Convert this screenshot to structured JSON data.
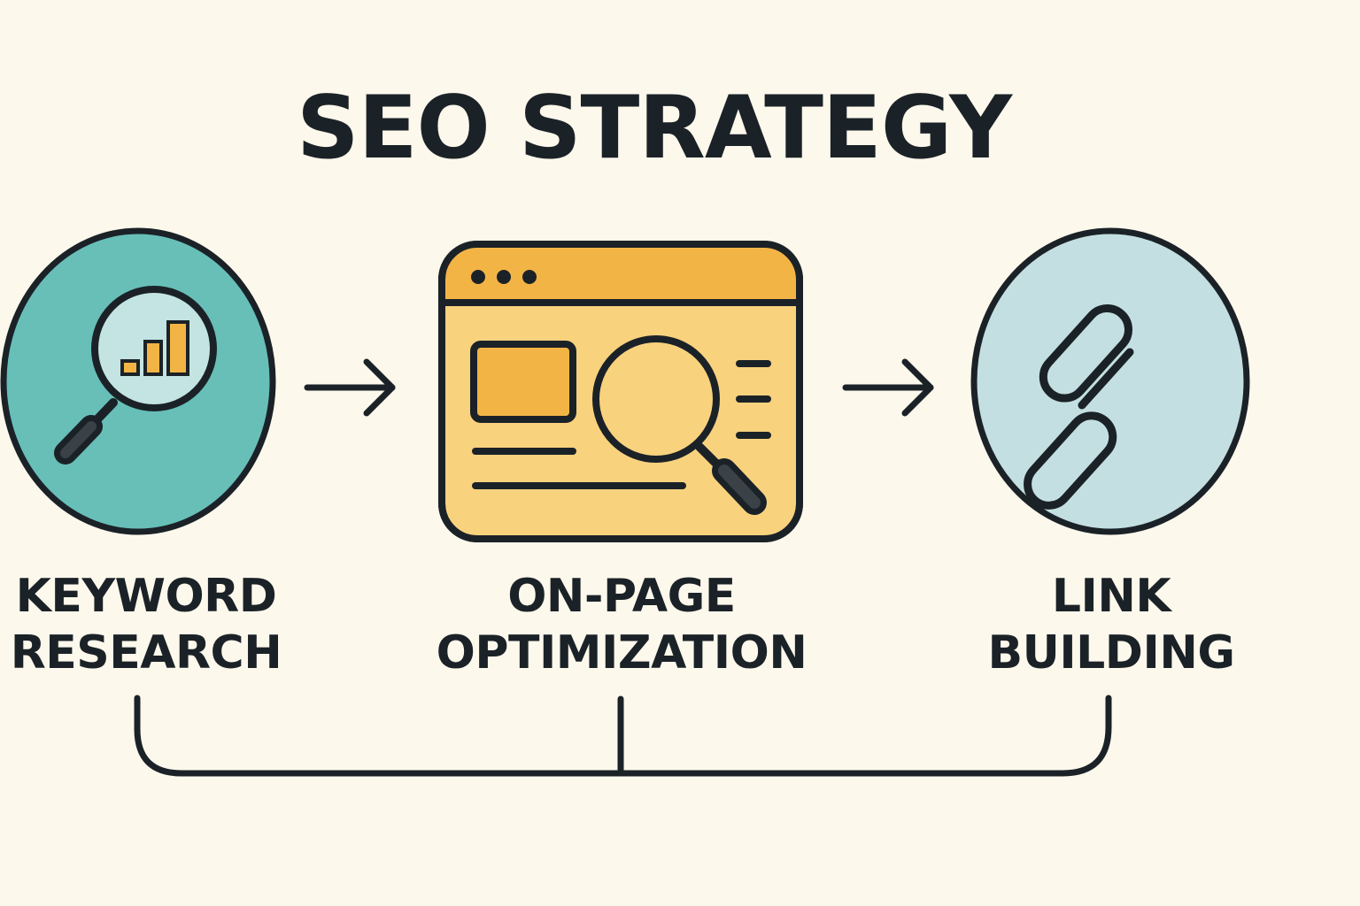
{
  "title": "SEO STRATEGY",
  "steps": [
    {
      "line1": "KEYWORD",
      "line2": "RESEARCH",
      "icon": "keyword-search-icon"
    },
    {
      "line1": "ON-PAGE",
      "line2": "OPTIMIZATION",
      "icon": "web-page-icon"
    },
    {
      "line1": "LINK",
      "line2": "BUILDING",
      "icon": "chain-link-icon"
    }
  ],
  "colors": {
    "background": "#fdf8ec",
    "outline": "#1b2227",
    "teal": "#67bfb8",
    "orange": "#f3b446",
    "light_orange": "#f9d27e",
    "light_blue": "#c3dfe1"
  }
}
